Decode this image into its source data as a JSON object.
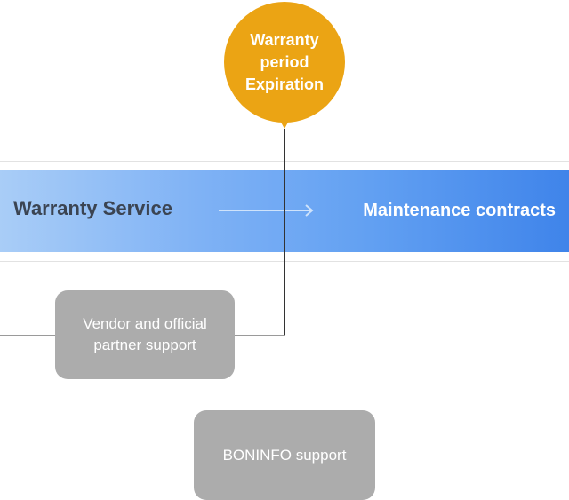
{
  "milestone": {
    "lines": [
      "Warranty",
      "period",
      "Expiration"
    ],
    "color": "#eba414"
  },
  "timeline": {
    "left_label": "Warranty Service",
    "right_label": "Maintenance contracts",
    "gradient_start": "#a9cdf7",
    "gradient_end": "#3f84ea"
  },
  "boxes": {
    "vendor": {
      "lines": [
        "Vendor and official",
        "partner support"
      ]
    },
    "boninfo": {
      "label": "BONINFO support"
    },
    "color": "#acacac"
  },
  "icons": {
    "arrow": "arrow-right-icon"
  }
}
